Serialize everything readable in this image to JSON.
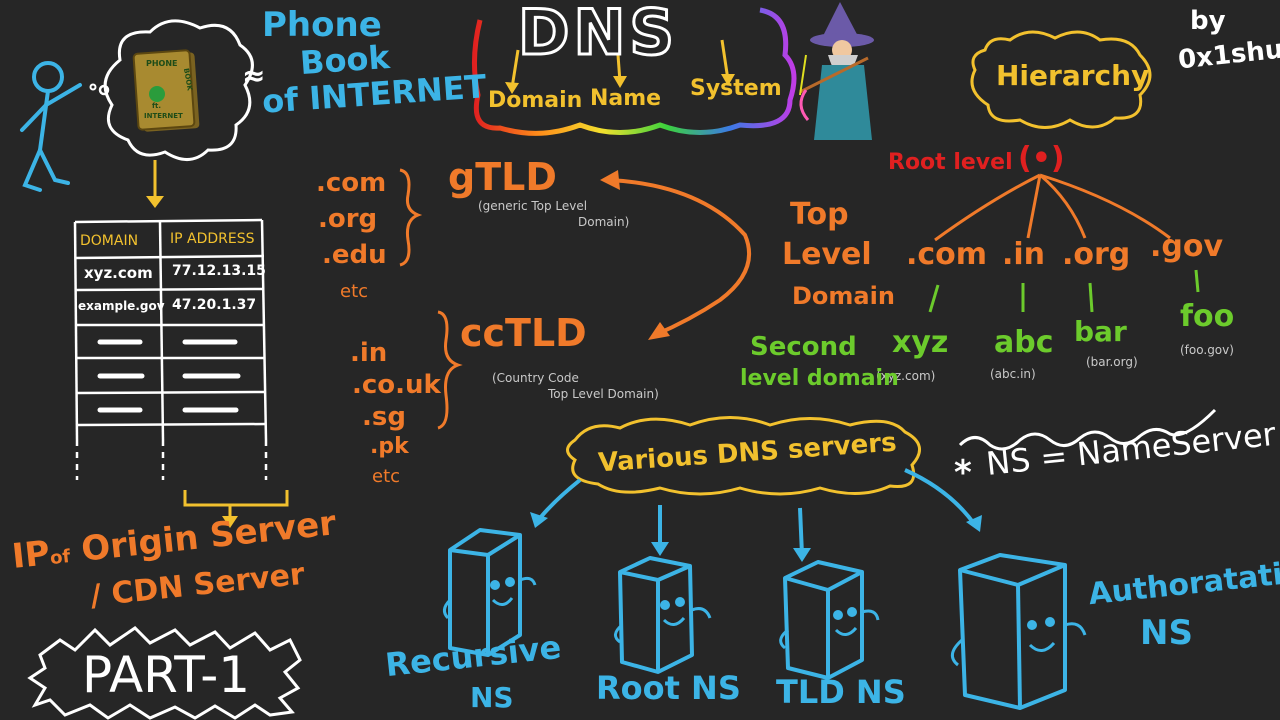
{
  "author": {
    "by": "by",
    "handle": "0x1shu"
  },
  "phonebook": {
    "title_line1": "Phone",
    "title_line2": "Book",
    "title_line3": "of INTERNET",
    "approx": "≈",
    "book_line1": "PHONE",
    "book_line2": "BOOK",
    "book_line3": "ft.",
    "book_line4": "INTERNET"
  },
  "dns_header": {
    "title": "DNS",
    "word1": "Domain",
    "word2": "Name",
    "word3": "System"
  },
  "table": {
    "headers": [
      "DOMAIN",
      "IP ADDRESS"
    ],
    "rows": [
      [
        "xyz.com",
        "77.12.13.15"
      ],
      [
        "example.gov",
        "47.20.1.37"
      ]
    ]
  },
  "origin": {
    "line1_a": "IP",
    "line1_b": "of",
    "line1_c": "Origin Server",
    "line2": "/ CDN Server"
  },
  "part": "PART-1",
  "gtld": {
    "items": [
      ".com",
      ".org",
      ".edu"
    ],
    "etc": "etc",
    "label": "gTLD",
    "desc_line1": "(generic Top Level",
    "desc_line2": "Domain)"
  },
  "cctld": {
    "items": [
      ".in",
      ".co.uk",
      ".sg",
      ".pk"
    ],
    "etc": "etc",
    "label": "ccTLD",
    "desc_line1": "(Country Code",
    "desc_line2": "Top Level Domain)"
  },
  "tld_heading": {
    "line1": "Top",
    "line2": "Level",
    "line3": "Domain"
  },
  "hierarchy": {
    "title": "Hierarchy",
    "root": "Root level",
    "root_symbol": "(•)",
    "tlds": [
      ".com",
      ".in",
      ".org",
      ".gov"
    ],
    "seconds": [
      "xyz",
      "abc",
      "bar",
      "foo"
    ],
    "second_notes": [
      "(xyz.com)",
      "(abc.in)",
      "(bar.org)",
      "(foo.gov)"
    ],
    "second_label_line1": "Second",
    "second_label_line2": "level domain"
  },
  "servers": {
    "heading": "Various DNS servers",
    "names": [
      "Recursive",
      "NS",
      "Root NS",
      "TLD NS",
      "Authoratative",
      "NS"
    ]
  },
  "note": {
    "star": "*",
    "text": "NS = NameServer"
  },
  "colors": {
    "background": "#262626",
    "blue": "#3cb4e6",
    "orange": "#f07a2a",
    "yellow": "#f2c12e",
    "green": "#6ccb2c",
    "red": "#e02020"
  }
}
